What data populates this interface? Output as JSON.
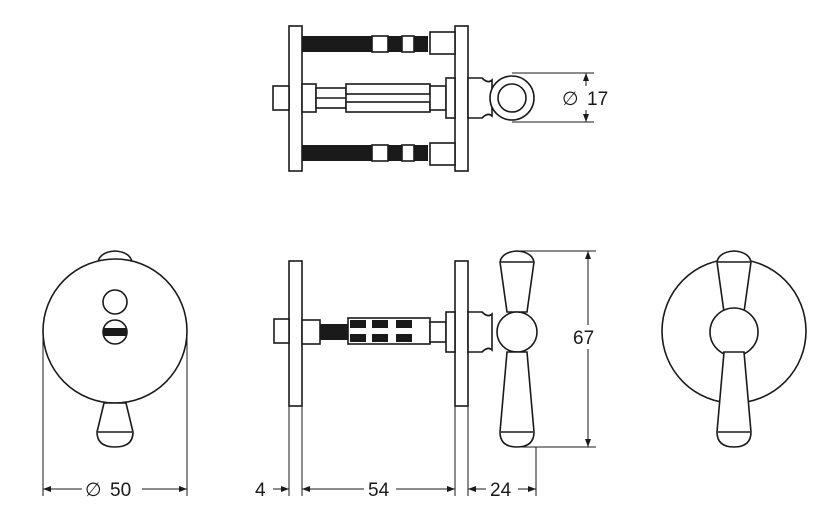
{
  "dimensions": {
    "top_diameter": "17",
    "rose_diameter": "50",
    "plate_thickness": "4",
    "spindle_length": "54",
    "handle_projection": "24",
    "handle_height": "67"
  },
  "symbols": {
    "diameter": "∅"
  }
}
